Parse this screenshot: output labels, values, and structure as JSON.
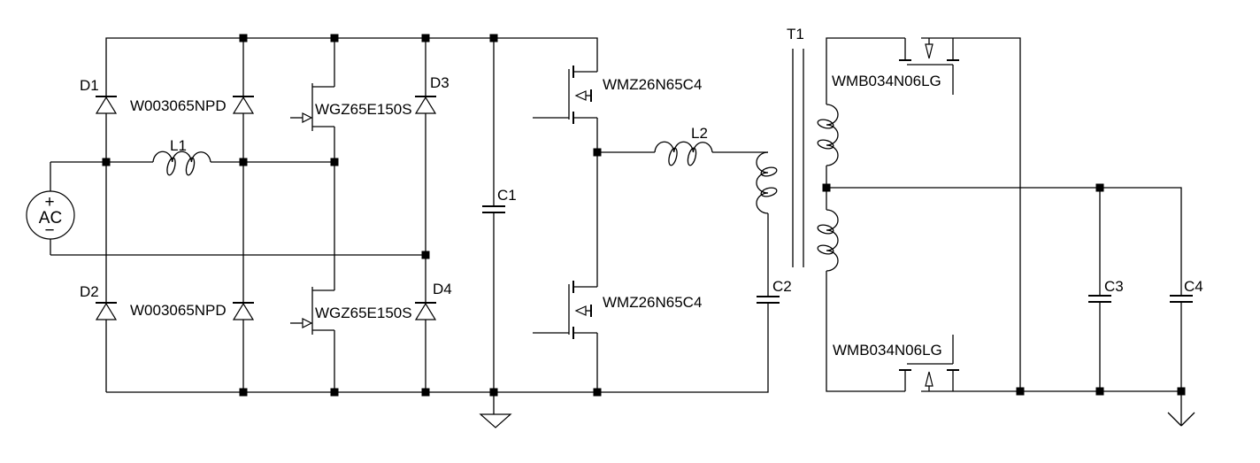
{
  "components": {
    "ac_source": {
      "label": "AC",
      "plus": "+",
      "minus": "−"
    },
    "diode_d1": {
      "ref": "D1",
      "part": "W003065NPD"
    },
    "diode_d2": {
      "ref": "D2",
      "part": "W003065NPD"
    },
    "diode_d3": {
      "ref": "D3"
    },
    "diode_d4": {
      "ref": "D4"
    },
    "inductor_l1": {
      "ref": "L1"
    },
    "inductor_l2": {
      "ref": "L2"
    },
    "pfc_switch_top": {
      "part": "WGZ65E150S"
    },
    "pfc_switch_bottom": {
      "part": "WGZ65E150S"
    },
    "hb_switch_top": {
      "part": "WMZ26N65C4"
    },
    "hb_switch_bottom": {
      "part": "WMZ26N65C4"
    },
    "cap_c1": {
      "ref": "C1"
    },
    "cap_c2": {
      "ref": "C2"
    },
    "cap_c3": {
      "ref": "C3"
    },
    "cap_c4": {
      "ref": "C4"
    },
    "transformer_t1": {
      "ref": "T1"
    },
    "sr_switch_top": {
      "part": "WMB034N06LG"
    },
    "sr_switch_bottom": {
      "part": "WMB034N06LG"
    }
  },
  "colors": {
    "wire": "#000000",
    "background": "#ffffff"
  }
}
